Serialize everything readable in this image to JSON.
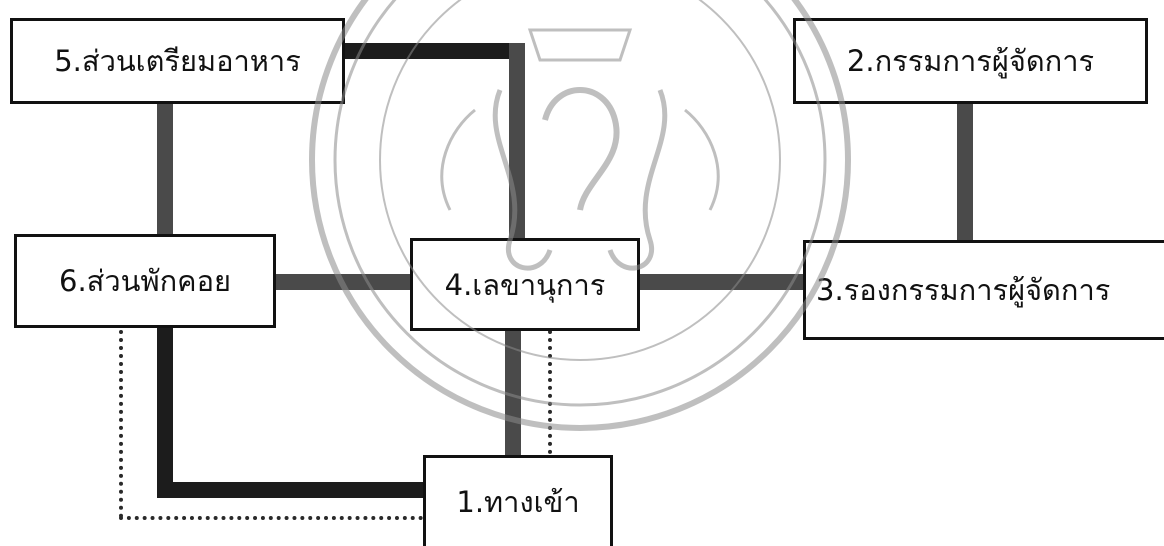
{
  "diagram": {
    "nodes": [
      {
        "id": "n1",
        "label": "1.ทางเข้า"
      },
      {
        "id": "n2",
        "label": "2.กรรมการผู้จัดการ"
      },
      {
        "id": "n3",
        "label": "3.รองกรรมการผู้จัดการ"
      },
      {
        "id": "n4",
        "label": "4.เลขานุการ"
      },
      {
        "id": "n5",
        "label": "5.ส่วนเตรียมอาหาร"
      },
      {
        "id": "n6",
        "label": "6.ส่วนพักคอย"
      }
    ],
    "edges": [
      {
        "from": "n5",
        "to": "n4",
        "style": "solid"
      },
      {
        "from": "n5",
        "to": "n6",
        "style": "solid"
      },
      {
        "from": "n6",
        "to": "n4",
        "style": "solid"
      },
      {
        "from": "n4",
        "to": "n3",
        "style": "solid"
      },
      {
        "from": "n2",
        "to": "n3",
        "style": "solid"
      },
      {
        "from": "n4",
        "to": "n1",
        "style": "solid"
      },
      {
        "from": "n6",
        "to": "n1",
        "style": "solid"
      },
      {
        "from": "n6",
        "to": "n1",
        "style": "dotted"
      },
      {
        "from": "n4",
        "to": "n1",
        "style": "dotted"
      }
    ]
  }
}
